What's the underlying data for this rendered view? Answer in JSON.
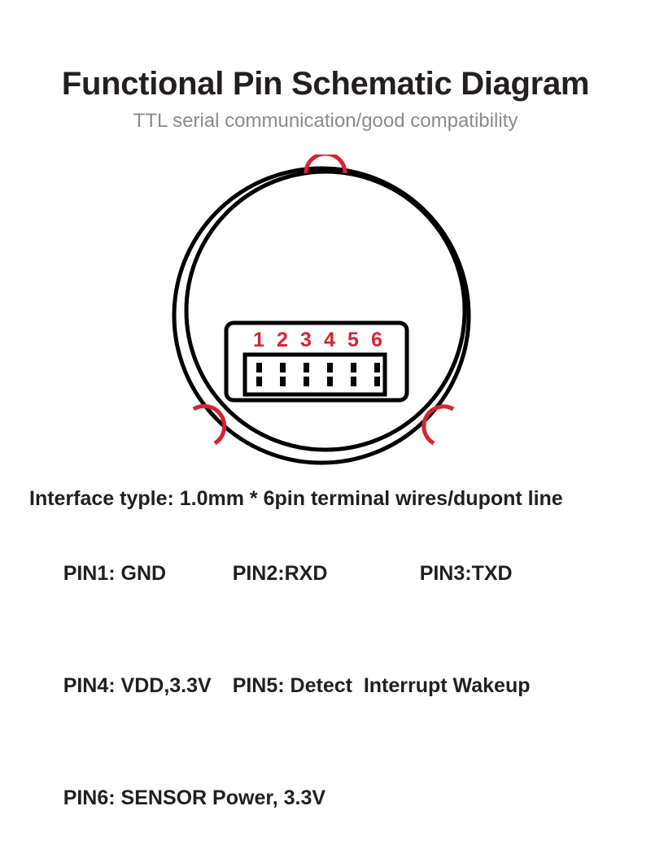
{
  "header": {
    "title": "Functional Pin Schematic Diagram",
    "subtitle": "TTL serial communication/good compatibility"
  },
  "diagram": {
    "name": "round-sensor-module-pin-schematic",
    "outline_shape": "double-circle",
    "connector": {
      "label": "6-pin header connector",
      "pin_count": 6,
      "pin_numbers": [
        "1",
        "2",
        "3",
        "4",
        "5",
        "6"
      ],
      "number_color": "#d8232f"
    },
    "markers": [
      {
        "name": "mounting-notch-top",
        "angle_deg": 90
      },
      {
        "name": "mounting-notch-lower-left",
        "angle_deg": 215
      },
      {
        "name": "mounting-notch-lower-right",
        "angle_deg": 325
      }
    ],
    "colors": {
      "outline": "#000000",
      "accent_red": "#d8232f",
      "background": "#ffffff"
    }
  },
  "specs": {
    "interface_line": "Interface typle: 1.0mm * 6pin terminal wires/dupont line",
    "pins": [
      {
        "id": "PIN1",
        "text": "PIN1: GND"
      },
      {
        "id": "PIN2",
        "text": "PIN2:RXD"
      },
      {
        "id": "PIN3",
        "text": "PIN3:TXD"
      },
      {
        "id": "PIN4",
        "text": "PIN4: VDD,3.3V"
      },
      {
        "id": "PIN5",
        "text": "PIN5: Detect  Interrupt Wakeup"
      },
      {
        "id": "PIN6",
        "text": "PIN6: SENSOR Power, 3.3V"
      }
    ]
  }
}
